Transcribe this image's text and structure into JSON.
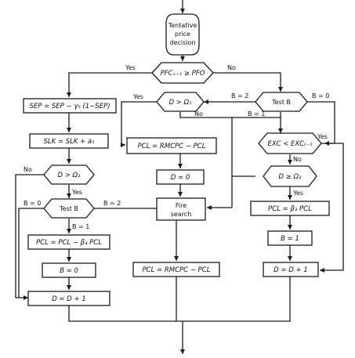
{
  "nodes": {
    "start": {
      "line1": "Tentative",
      "line2": "price",
      "line3": "decision"
    },
    "pfc_test": {
      "text": "PFCₓ₊₁ ≥ PFO"
    },
    "sep": {
      "text": "SEP = SEP − γ₅ (1−SEP)"
    },
    "slk": {
      "text": "SLK = SLK + a₁"
    },
    "d_omega1_left": {
      "text": "D > Ω₁"
    },
    "test_b_left": {
      "text": "Test B"
    },
    "pcl_beta": {
      "text": "PCL = PCL − β₄ PCL"
    },
    "b_zero_left": {
      "text": "B = 0"
    },
    "d_inc_left": {
      "text": "D = D + 1"
    },
    "pcl_rmcpc_bottom": {
      "text": "PCL = RMCPC − PCL"
    },
    "d_omega1_mid": {
      "text": "D > Ω₁"
    },
    "pcl_rmcpc_mid": {
      "text": "PCL = RMCPC − PCL"
    },
    "d_zero_mid": {
      "text": "D = 0"
    },
    "fire": {
      "line1": "Fire",
      "line2": "search"
    },
    "test_b_right": {
      "text": "Test B"
    },
    "exc": {
      "text": "EXC < EXCₜ₋₁"
    },
    "d_omega2": {
      "text": "D ≥ Ω₂"
    },
    "pcl_beta3": {
      "text": "PCL = β₃ PCL"
    },
    "b_one": {
      "text": "B = 1"
    },
    "d_inc_right": {
      "text": "D = D + 1"
    }
  },
  "edges": {
    "pfc_yes": "Yes",
    "pfc_no": "No",
    "right_b2": "B = 2",
    "right_b0": "B = 0",
    "right_b1": "B = 1",
    "mid_yes": "Yes",
    "mid_no": "No",
    "exc_yes": "Yes",
    "exc_no": "No",
    "d2_yes": "Yes",
    "left_no": "No",
    "left_yes": "Yes",
    "left_b0": "B = 0",
    "left_b2": "B = 2",
    "left_b1": "B = 1"
  }
}
